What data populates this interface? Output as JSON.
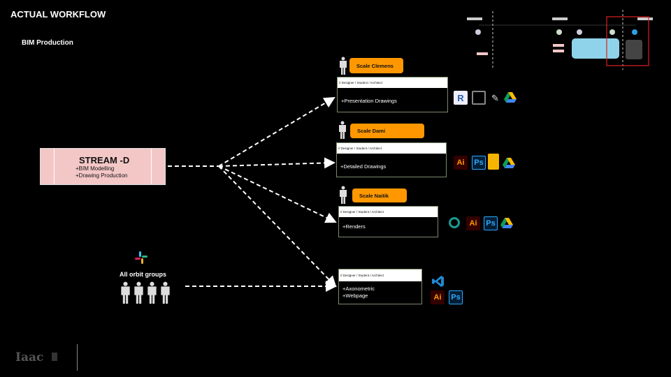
{
  "header": {
    "title": "ACTUAL WORKFLOW",
    "subtitle": "BIM Production"
  },
  "stream": {
    "title": "STREAM -D",
    "items": [
      "+BIM Modelling",
      "+Drawing Production"
    ]
  },
  "cards": [
    {
      "badge": "Scale Clemens",
      "role": "// Designer / Student / Architect",
      "tasks": [
        "+Presentation Drawings"
      ],
      "tools": [
        "revit-icon",
        "rhino-grasshopper-icon",
        "pen-tool-icon",
        "google-drive-icon"
      ]
    },
    {
      "badge": "Scale Dami",
      "role": "// Designer / Student / Architect",
      "tasks": [
        "+Detailed Drawings"
      ],
      "tools": [
        "illustrator-icon",
        "photoshop-icon",
        "google-slides-icon",
        "google-drive-icon"
      ]
    },
    {
      "badge": "Scale Naitik",
      "role": "// Designer / Student / Architect",
      "tasks": [
        "+Renders"
      ],
      "tools": [
        "3ds-max-icon",
        "illustrator-icon",
        "photoshop-icon",
        "google-drive-icon"
      ]
    },
    {
      "role": "// Designer / Student / Architect",
      "tasks": [
        "+Axonometric",
        "+Webpage"
      ],
      "tools": [
        "vscode-icon",
        "illustrator-icon",
        "photoshop-icon"
      ]
    }
  ],
  "groups": {
    "label": "All orbit groups",
    "icon": "slack-icon"
  },
  "icon_labels": {
    "ai": "Ai",
    "ps": "Ps",
    "revit": "R"
  },
  "logo": {
    "text": "Iaac"
  },
  "colors": {
    "badge": "#ff9800",
    "stream": "#f4c7c7",
    "highlight": "#e02020",
    "minimap_panel": "#8fd3ea"
  }
}
